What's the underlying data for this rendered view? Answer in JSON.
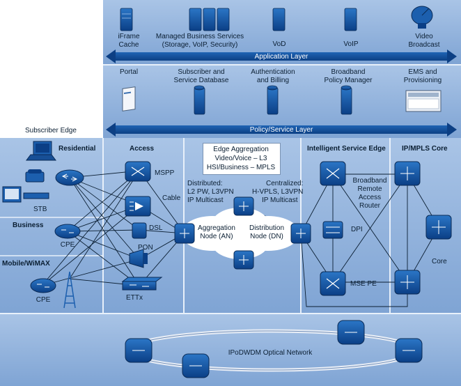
{
  "application": {
    "iframe_cache": "iFrame\nCache",
    "managed_services": "Managed Business Services\n(Storage, VoIP, Security)",
    "vod": "VoD",
    "voip": "VoIP",
    "video_broadcast": "Video\nBroadcast",
    "layer_label": "Application Layer"
  },
  "policy": {
    "portal": "Portal",
    "subscriber_db": "Subscriber and\nService Database",
    "auth_billing": "Authentication\nand Billing",
    "policy_manager": "Broadband\nPolicy Manager",
    "ems": "EMS and\nProvisioning",
    "layer_label": "Policy/Service Layer"
  },
  "edge": {
    "subscriber_edge": "Subscriber Edge",
    "residential": "Residential",
    "access": "Access",
    "intelligent_edge": "Intelligent Service Edge",
    "core": "IP/MPLS Core",
    "stb": "STB",
    "business": "Business",
    "cpe_business": "CPE",
    "mobile": "Mobile/WiMAX",
    "cpe_mobile": "CPE",
    "mspp": "MSPP",
    "cable": "Cable",
    "dsl": "DSL",
    "pon": "PON",
    "ettx": "ETTx",
    "agg_box_line1": "Edge Aggregation",
    "agg_box_line2": "Video/Voice – L3",
    "agg_box_line3": "HSI/Business – MPLS",
    "distributed_1": "Distributed:",
    "distributed_2": "L2 PW, L3VPN",
    "distributed_3": "IP Multicast",
    "centralized_1": "Centralized:",
    "centralized_2": "H-VPLS, L3VPN",
    "centralized_3": "IP Multicast",
    "agg_node_1": "Aggregation",
    "agg_node_2": "Node (AN)",
    "dist_node_1": "Distribution",
    "dist_node_2": "Node (DN)",
    "bras_1": "Broadband",
    "bras_2": "Remote",
    "bras_3": "Access",
    "bras_4": "Router",
    "dpi": "DPI",
    "mse_pe": "MSE PE",
    "core_label": "Core"
  },
  "optical": {
    "label": "IPoDWDM Optical Network"
  },
  "colors": {
    "panel": "#9dbbe2",
    "device": "#1c5fae",
    "bar": "#0c3f84"
  }
}
